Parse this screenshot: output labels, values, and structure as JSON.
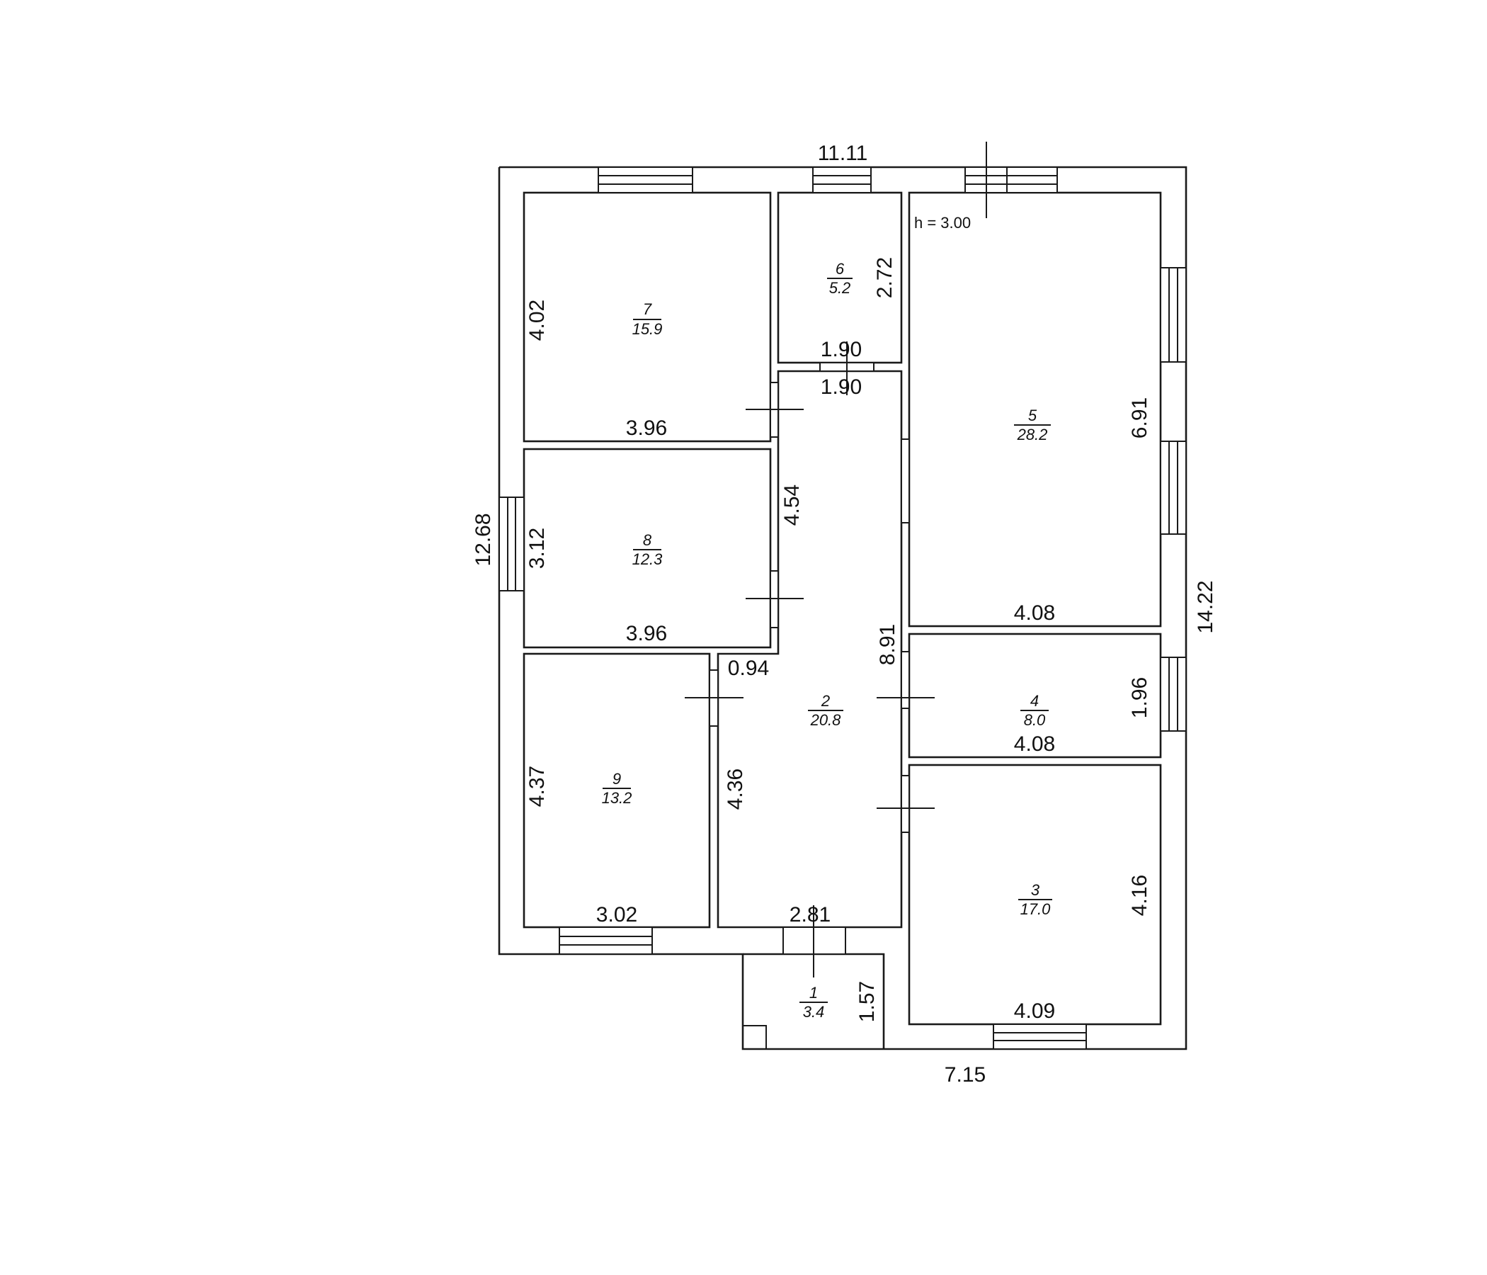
{
  "plan": {
    "ceiling_height": "h = 3.00",
    "overall_dims": {
      "top_width": "11.11",
      "left_height": "12.68",
      "right_height": "14.22",
      "bottom_width": "7.15"
    },
    "rooms": [
      {
        "number": "1",
        "area": "3.4",
        "dims": [
          "1.57"
        ]
      },
      {
        "number": "2",
        "area": "20.8",
        "dims": [
          "4.54",
          "8.91",
          "0.94",
          "4.36",
          "2.81",
          "1.90"
        ]
      },
      {
        "number": "3",
        "area": "17.0",
        "dims": [
          "4.16",
          "4.09"
        ]
      },
      {
        "number": "4",
        "area": "8.0",
        "dims": [
          "1.96",
          "4.08"
        ]
      },
      {
        "number": "5",
        "area": "28.2",
        "dims": [
          "6.91",
          "4.08"
        ]
      },
      {
        "number": "6",
        "area": "5.2",
        "dims": [
          "2.72",
          "1.90"
        ]
      },
      {
        "number": "7",
        "area": "15.9",
        "dims": [
          "4.02",
          "3.96"
        ]
      },
      {
        "number": "8",
        "area": "12.3",
        "dims": [
          "3.12",
          "3.96"
        ]
      },
      {
        "number": "9",
        "area": "13.2",
        "dims": [
          "4.37",
          "3.02"
        ]
      }
    ]
  }
}
